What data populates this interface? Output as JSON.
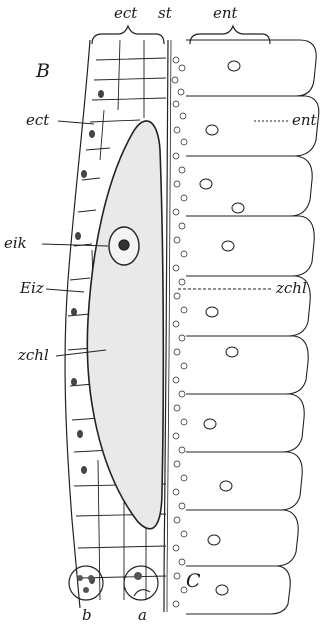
{
  "figure": {
    "panel_b": "B",
    "panel_c": "C",
    "header_labels": {
      "ect": "ect",
      "st": "st",
      "ent": "ent"
    },
    "side_labels": {
      "ect": "ect",
      "ent": "ent",
      "eik": "eik",
      "eiz": "Eiz",
      "zchl_right": "zchl",
      "zchl_left": "zchl"
    },
    "subfigure_labels": {
      "b": "b",
      "a": "a"
    }
  }
}
